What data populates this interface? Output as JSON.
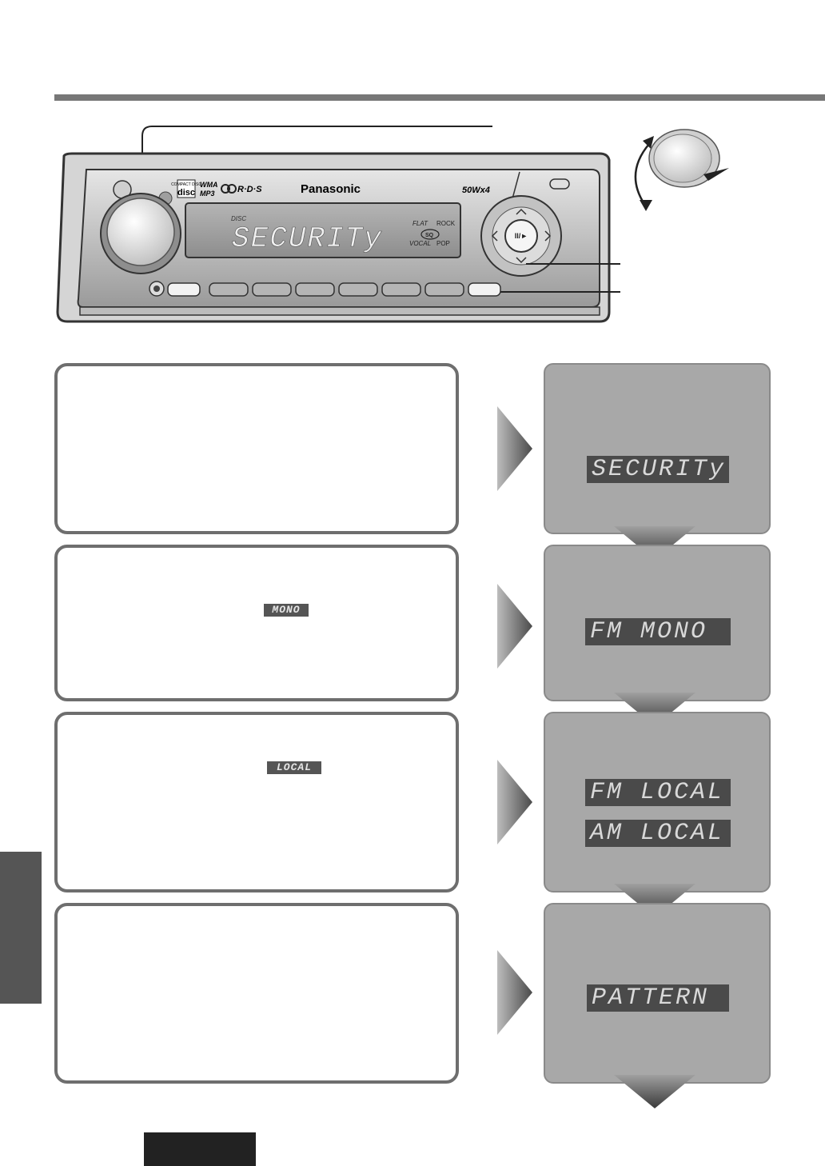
{
  "device": {
    "brand": "Panasonic",
    "power_label": "50Wx4",
    "logo_compact_disc": "COMPACT DISC",
    "logo_wma": "WMA",
    "logo_mp3": "MP3",
    "logo_rds": "R·D·S",
    "display_text": "SECURITy",
    "display_disc_label": "DISC",
    "sound_flat": "FLAT",
    "sound_rock": "ROCK",
    "sound_vocal": "VOCAL",
    "sound_pop": "POP",
    "sound_sq": "SQ",
    "play_pause_glyph": "II/►"
  },
  "steps": [
    {
      "inline_icon": ""
    },
    {
      "inline_icon": "MONO"
    },
    {
      "inline_icon": "LOCAL"
    },
    {
      "inline_icon": ""
    }
  ],
  "displays": [
    {
      "lines": [
        "SECURITy"
      ]
    },
    {
      "lines": [
        "FM MONO"
      ]
    },
    {
      "lines": [
        "FM LOCAL",
        "AM LOCAL"
      ]
    },
    {
      "lines": [
        "PATTERN"
      ]
    }
  ],
  "colors": {
    "rule": "#777777",
    "panel": "#a8a8a8",
    "lcd": "#4a4a4a",
    "side_tab": "#555555"
  }
}
